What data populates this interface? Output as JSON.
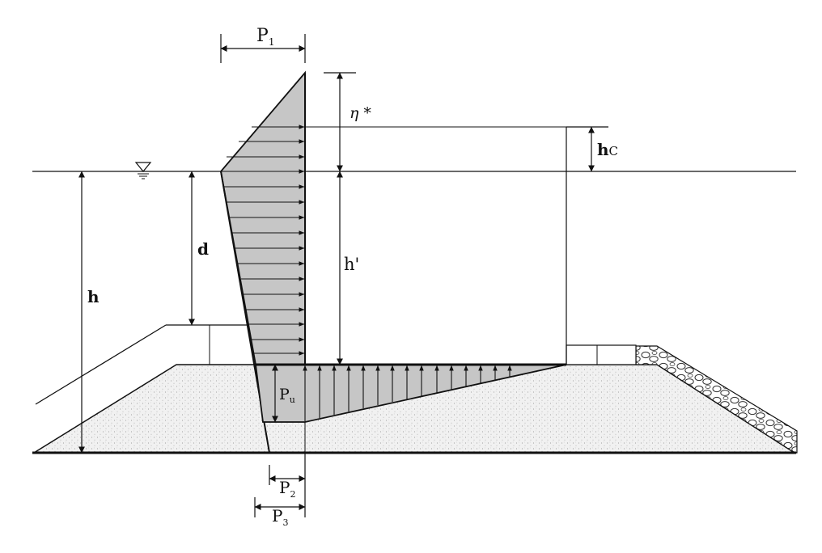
{
  "labels": {
    "p1": {
      "main": "P",
      "sub": "1"
    },
    "p2": {
      "main": "P",
      "sub": "2"
    },
    "p3": {
      "main": "P",
      "sub": "3"
    },
    "pu": {
      "main": "P",
      "sub": "u"
    },
    "eta": "η *",
    "hc": {
      "main": "h",
      "sub": "C"
    },
    "d": "d",
    "h": "h",
    "h_prime": "h'"
  },
  "colors": {
    "pressure_fill": "#c6c6c6",
    "line": "#111111",
    "mound_fill": "#eeeeee"
  }
}
